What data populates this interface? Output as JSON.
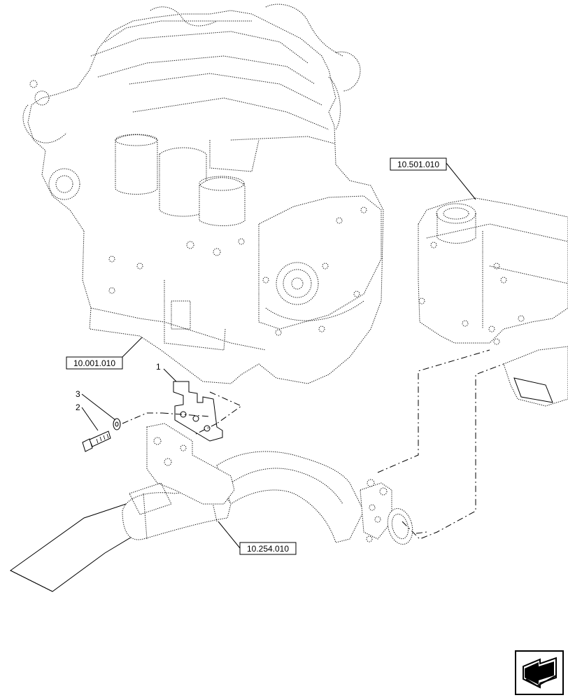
{
  "diagram": {
    "references": {
      "engine": "10.001.010",
      "exhaust_pipe": "10.254.010",
      "muffler": "10.501.010"
    },
    "callouts": {
      "bracket": "1",
      "bolt": "2",
      "washer": "3"
    }
  },
  "nav": {
    "icon": "next-page-arrow-icon"
  }
}
